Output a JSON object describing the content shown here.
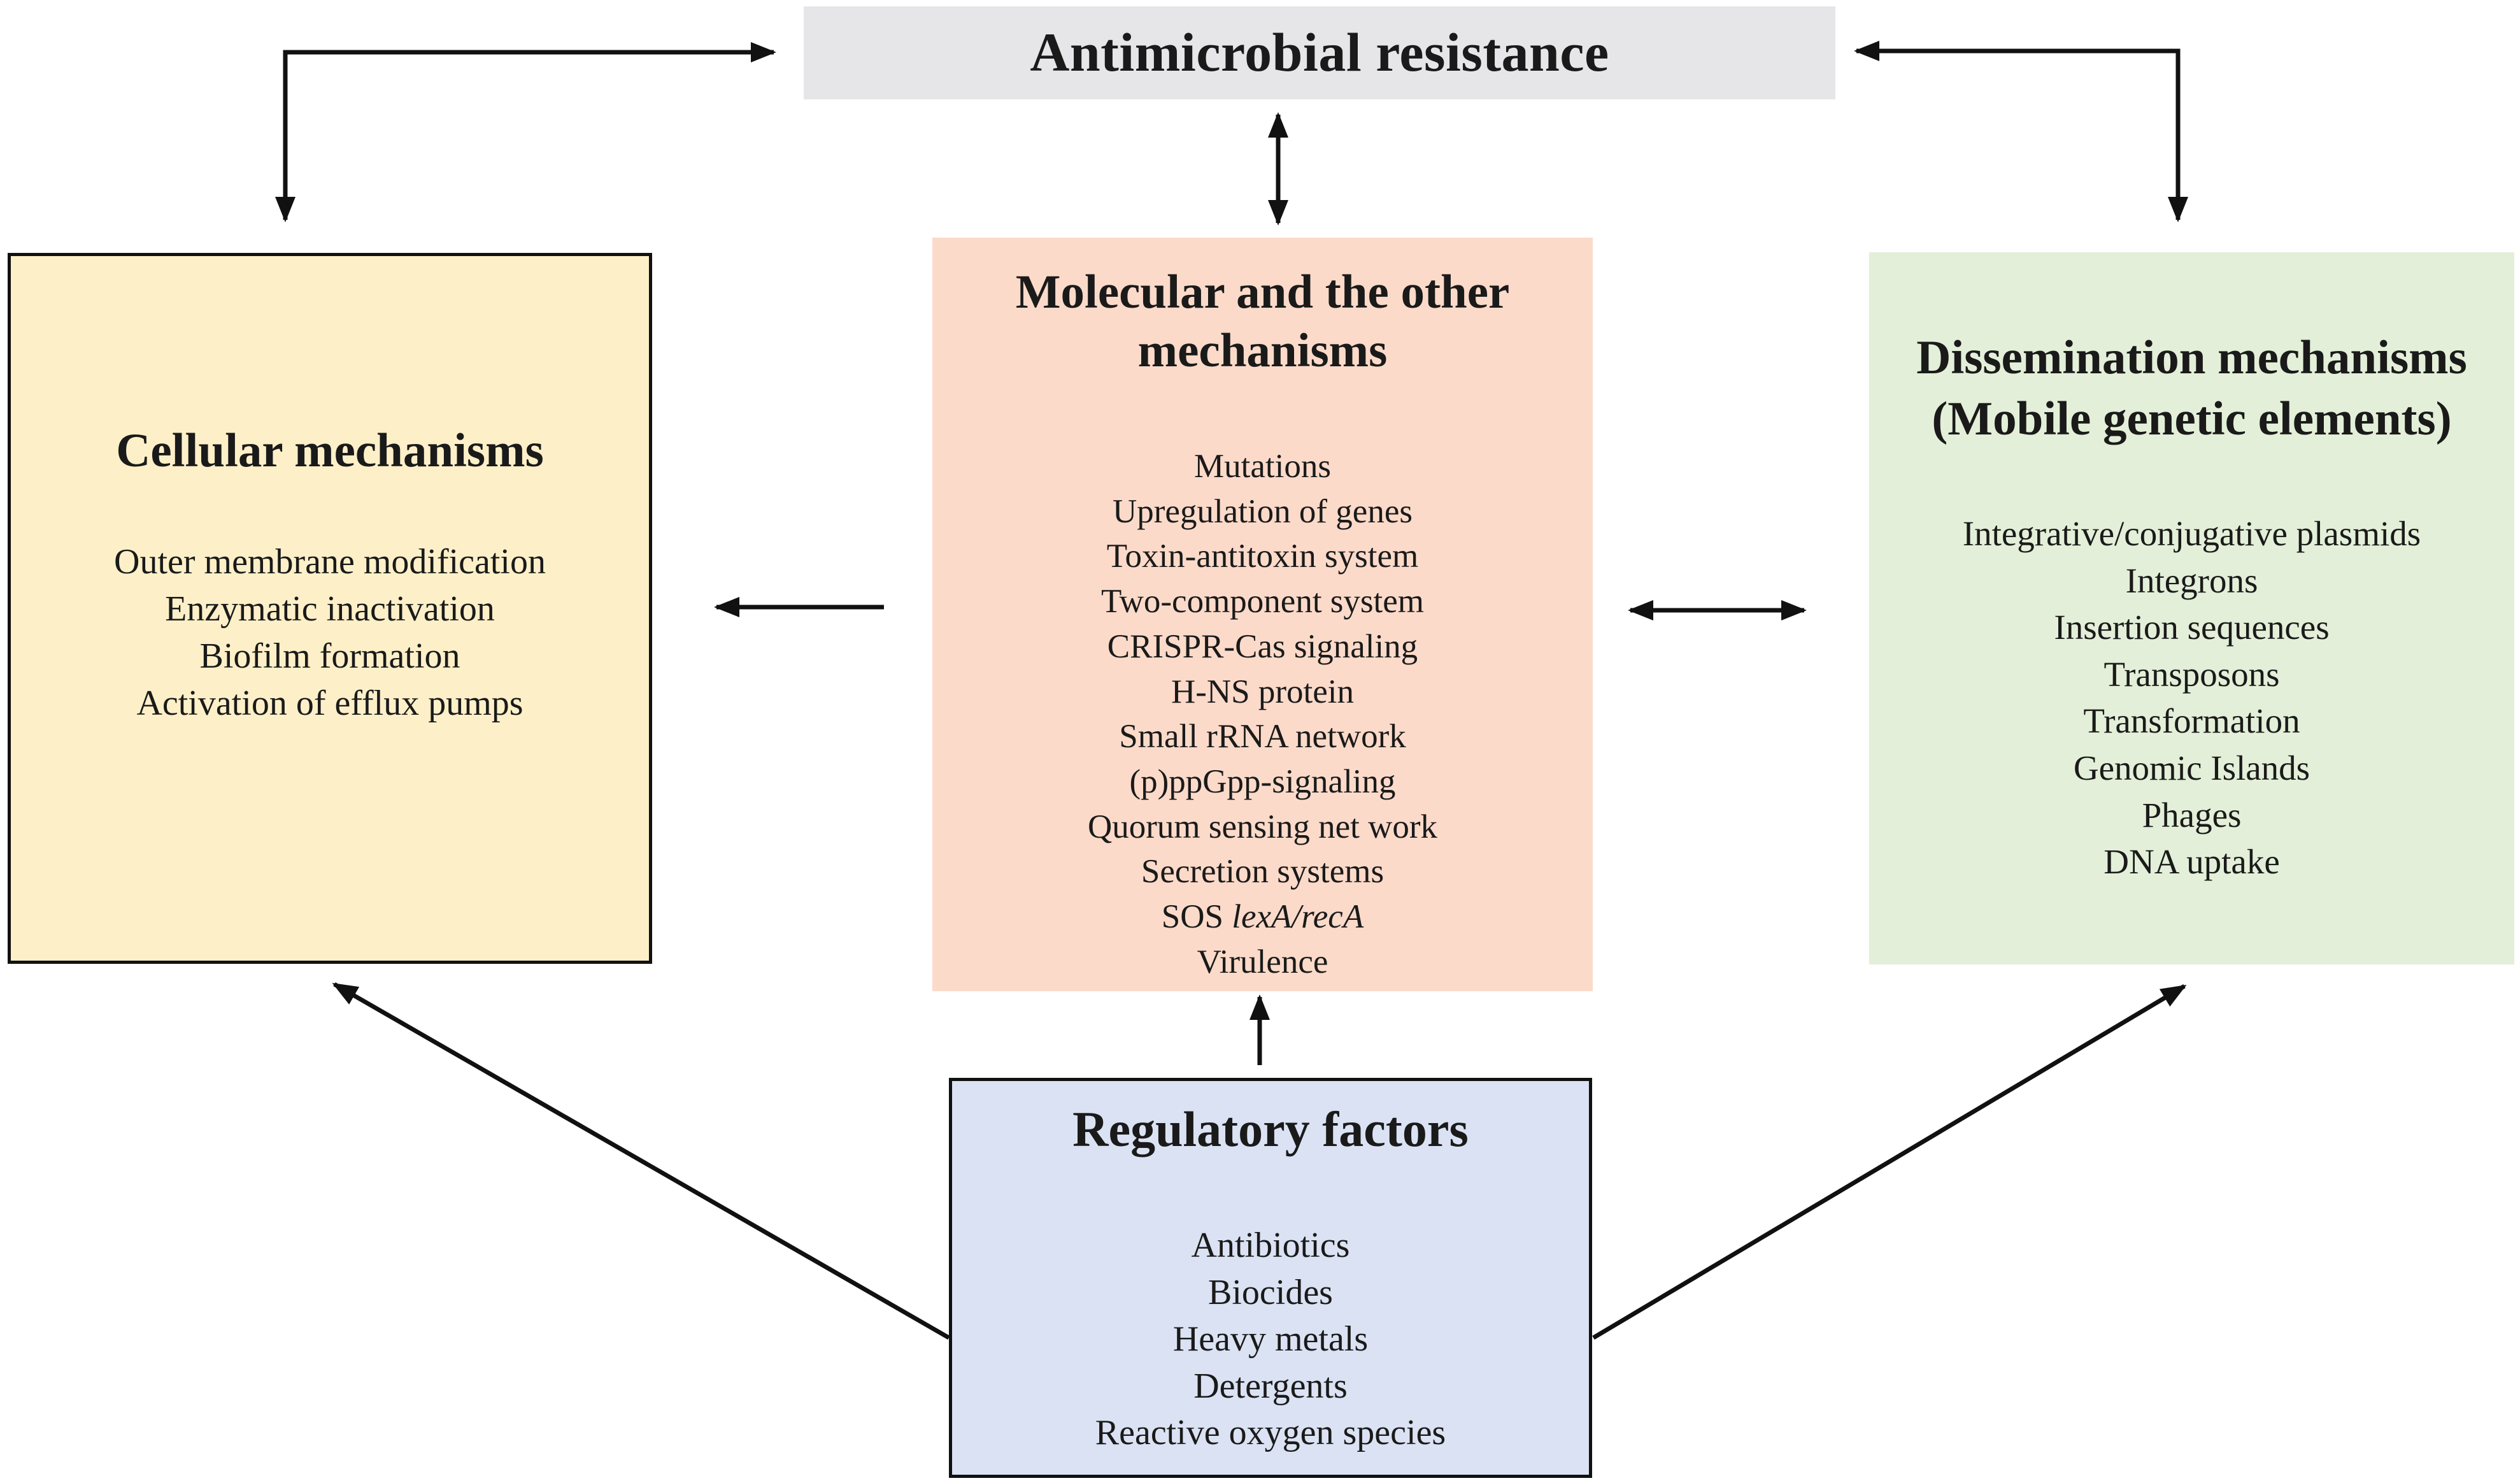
{
  "top": {
    "title": "Antimicrobial resistance"
  },
  "cellular": {
    "title": "Cellular mechanisms",
    "items": [
      "Outer membrane modification",
      "Enzymatic inactivation",
      "Biofilm formation",
      "Activation of efflux pumps"
    ]
  },
  "molecular": {
    "title_line1": "Molecular and the other",
    "title_line2": "mechanisms",
    "items": [
      "Mutations",
      "Upregulation of genes",
      "Toxin-antitoxin system",
      "Two-component system",
      "CRISPR-Cas signaling",
      "H-NS protein",
      "Small rRNA network",
      "(p)ppGpp-signaling",
      "Quorum sensing net work",
      "Secretion systems"
    ],
    "sos_prefix": "SOS ",
    "sos_italic": "lexA/recA",
    "last_item": "Virulence"
  },
  "dissemination": {
    "title_line1": "Dissemination mechanisms",
    "title_line2": "(Mobile genetic elements)",
    "items": [
      "Integrative/conjugative plasmids",
      "Integrons",
      "Insertion sequences",
      "Transposons",
      "Transformation",
      "Genomic Islands",
      "Phages",
      "DNA uptake"
    ]
  },
  "regulatory": {
    "title": "Regulatory factors",
    "items": [
      "Antibiotics",
      "Biocides",
      "Heavy metals",
      "Detergents",
      "Reactive oxygen species"
    ]
  },
  "colors": {
    "top_box": "#e6e5e7",
    "cellular_box": "#fdf0c8",
    "molecular_box": "#fbdac9",
    "dissemination_box": "#e3efd8",
    "regulatory_box": "#dae2f3",
    "arrow": "#111111"
  }
}
